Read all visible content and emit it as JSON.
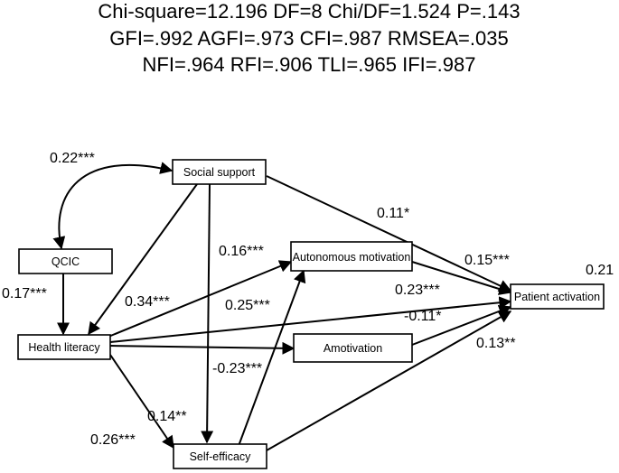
{
  "fit_indices": {
    "line1": "Chi-square=12.196  DF=8  Chi/DF=1.524  P=.143",
    "line2": "GFI=.992  AGFI=.973  CFI=.987  RMSEA=.035",
    "line3": "NFI=.964  RFI=.906  TLI=.965  IFI=.987"
  },
  "nodes": {
    "social_support": "Social support",
    "qcic": "QCIC",
    "health_literacy": "Health literacy",
    "autonomous_motivation": "Autonomous motivation",
    "amotivation": "Amotivation",
    "self_efficacy": "Self-efficacy",
    "patient_activation": "Patient activation"
  },
  "r_squared": {
    "patient_activation": "0.21"
  },
  "coefficients": {
    "qcic_social_support": "0.22***",
    "qcic_health_literacy": "0.17***",
    "social_support_patient_activation": "0.11*",
    "health_literacy_autonomous_motivation": "0.16***",
    "autonomous_motivation_patient_activation": "0.15***",
    "social_support_health_literacy": "0.34***",
    "self_efficacy_autonomous_motivation": "0.25***",
    "health_literacy_patient_activation": "0.23***",
    "amotivation_patient_activation": "-0.11*",
    "health_literacy_amotivation": "-0.23***",
    "self_efficacy_patient_activation": "0.13**",
    "social_support_self_efficacy": "0.14**",
    "health_literacy_self_efficacy": "0.26***"
  }
}
